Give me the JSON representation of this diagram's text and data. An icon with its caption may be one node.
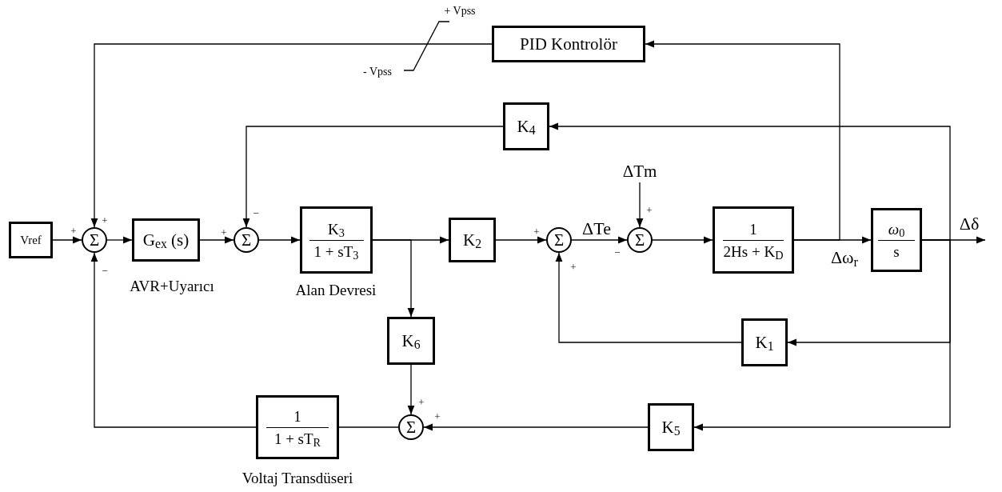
{
  "diagram": {
    "nodes": [
      {
        "text": [
          "Vref"
        ]
      },
      {
        "text": [
          "Σ"
        ]
      },
      {
        "text": [
          "G$_{ex}$ (s)"
        ],
        "beside": [
          "AVR+Uyarıcı"
        ]
      },
      {
        "text": [
          "Σ"
        ]
      },
      {
        "text": [
          "K$_{3}$",
          "1 + sT$_{3}$"
        ],
        "beside": [
          "Alan Devresi"
        ]
      },
      {
        "text": [
          "K$_{2}$"
        ]
      },
      {
        "text": [
          "Σ"
        ]
      },
      {
        "text": [
          "Σ"
        ]
      },
      {
        "text": [
          "1",
          "2Hs + K$_{D}$"
        ]
      },
      {
        "text": [
          "*ω*$_{0}$",
          "s"
        ]
      },
      {
        "text": [
          "PID Kontrolör"
        ]
      },
      {
        "text": [
          "K$_{4}$"
        ]
      },
      {
        "text": [
          "K$_{6}$"
        ]
      },
      {
        "text": [
          "Σ"
        ]
      },
      {
        "text": [
          "1",
          "1 + sT$_{R}$"
        ],
        "beside": [
          "Voltaj Transdüseri"
        ]
      },
      {
        "text": [
          "K$_{1}$"
        ]
      },
      {
        "text": [
          "K$_{5}$"
        ]
      },
      {
        "text": [
          "ΔTm"
        ]
      }
    ],
    "edges": [
      {
        "from": 0,
        "to": 1,
        "arrow": "to"
      },
      {
        "from": 1,
        "to": 2,
        "arrow": "to"
      },
      {
        "from": 2,
        "to": 3,
        "arrow": "to"
      },
      {
        "from": 3,
        "to": 4,
        "arrow": "to"
      },
      {
        "from": 4,
        "to": 5,
        "arrow": "to"
      },
      {
        "from": 4,
        "to": 12,
        "arrow": "to"
      },
      {
        "from": 5,
        "to": 6,
        "arrow": "to"
      },
      {
        "from": 6,
        "to": 7,
        "arrow": "to",
        "label": "ΔTe"
      },
      {
        "from": 17,
        "to": 7,
        "arrow": "to"
      },
      {
        "from": 7,
        "to": 8,
        "arrow": "to"
      },
      {
        "from": 8,
        "to": 9,
        "arrow": "to",
        "label": "Δω$_{r}$"
      },
      {
        "from": 8,
        "to": 10,
        "arrow": "to"
      },
      {
        "from": 10,
        "to": 1,
        "arrow": "to"
      },
      {
        "from": 9,
        "to": null,
        "arrow": "to",
        "label": "Δδ"
      },
      {
        "from": 9,
        "to": 11,
        "arrow": "to"
      },
      {
        "from": 9,
        "to": 15,
        "arrow": "to"
      },
      {
        "from": 9,
        "to": 16,
        "arrow": "to"
      },
      {
        "from": 11,
        "to": 3,
        "arrow": "to"
      },
      {
        "from": 15,
        "to": 6,
        "arrow": "to"
      },
      {
        "from": 12,
        "to": 13,
        "arrow": "to"
      },
      {
        "from": 16,
        "to": 13,
        "arrow": "to"
      },
      {
        "from": 13,
        "to": 14,
        "arrow": "none"
      },
      {
        "from": 14,
        "to": 1,
        "arrow": "to"
      }
    ],
    "labels": [
      "+ Vpss",
      "- Vpss",
      "+",
      "−",
      "+",
      "+",
      "+",
      "+",
      "−",
      "+",
      "−",
      "+",
      "+"
    ]
  }
}
